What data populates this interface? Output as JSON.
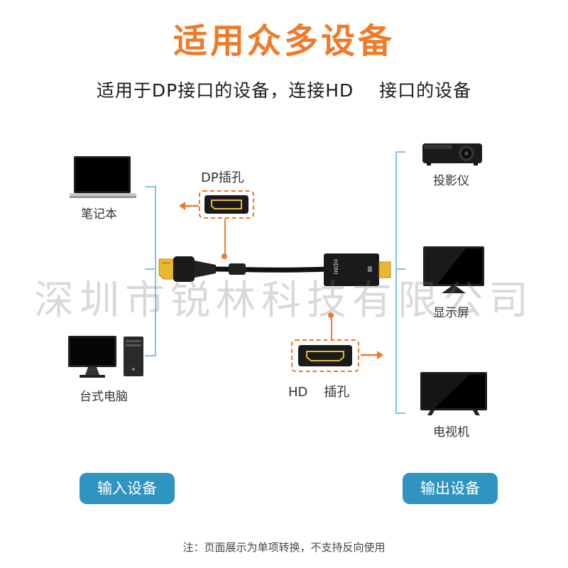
{
  "title": "适用众多设备",
  "subtitle": "适用于DP接口的设备，连接HD    接口的设备",
  "input_devices": {
    "laptop": "笔记本",
    "desktop": "台式电脑",
    "button": "输入设备"
  },
  "output_devices": {
    "projector": "投影仪",
    "monitor": "显示屏",
    "tv": "电视机",
    "button": "输出设备"
  },
  "ports": {
    "dp": "DP插孔",
    "hd": "HD    插孔"
  },
  "watermark": "深圳市锐林科技有限公司",
  "note": "注：页面展示为单项转换，不支持反向使用",
  "colors": {
    "accent": "#f07a2a",
    "button": "#2f95c0",
    "line": "#7fc3e6"
  }
}
